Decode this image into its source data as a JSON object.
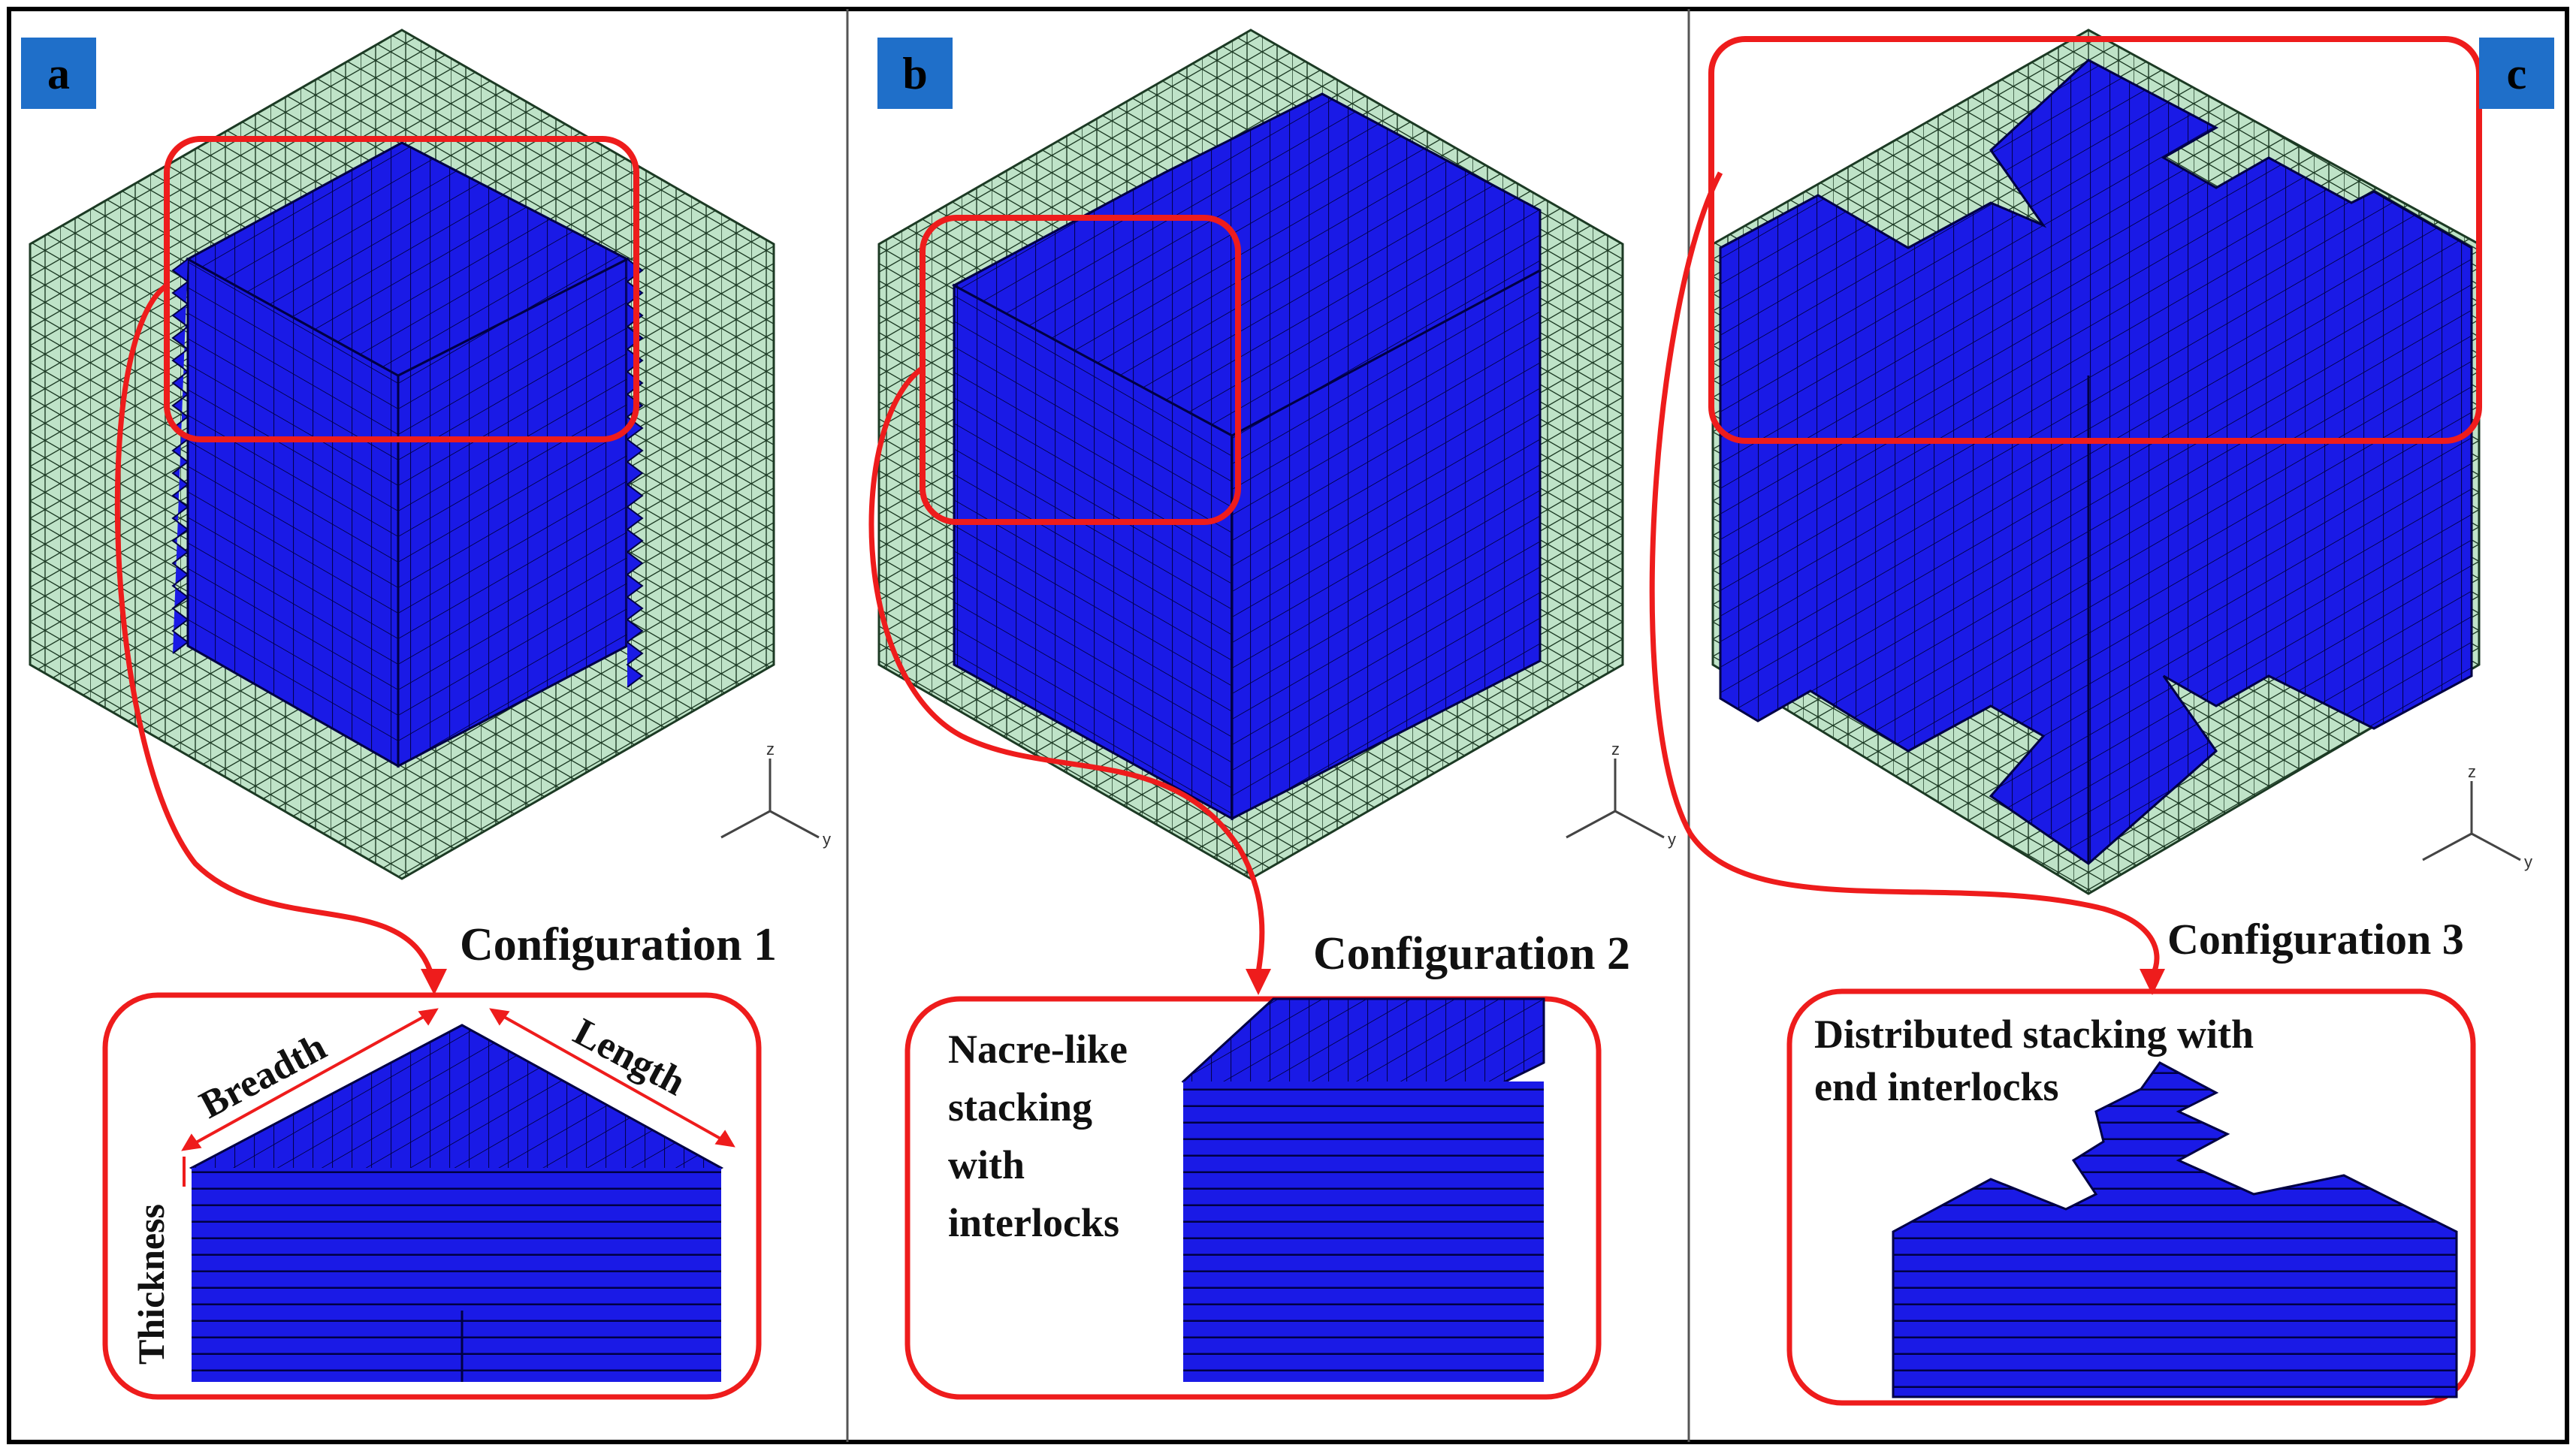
{
  "panels": [
    {
      "tag": "a",
      "caption": "Configuration 1"
    },
    {
      "tag": "b",
      "caption": "Configuration 2"
    },
    {
      "tag": "c",
      "caption": "Configuration 3"
    }
  ],
  "labels": {
    "breadth": "Breadth",
    "length": "Length",
    "thickness": "Thickness",
    "nacre_l1": "Nacre-like",
    "nacre_l2": "stacking",
    "nacre_l3": "with",
    "nacre_l4": "interlocks",
    "dist_l1": "Distributed stacking with",
    "dist_l2": "end interlocks"
  },
  "axis_triad": {
    "z": "z",
    "y": "y"
  },
  "colors": {
    "matrix": "#bfe3c8",
    "matrix_mesh": "#1c3a24",
    "tablet": "#1a1ae6",
    "tablet_edge": "#000044",
    "highlight": "#ee1c1c",
    "tag_bg": "#1f6fc9",
    "frame": "#000000"
  }
}
